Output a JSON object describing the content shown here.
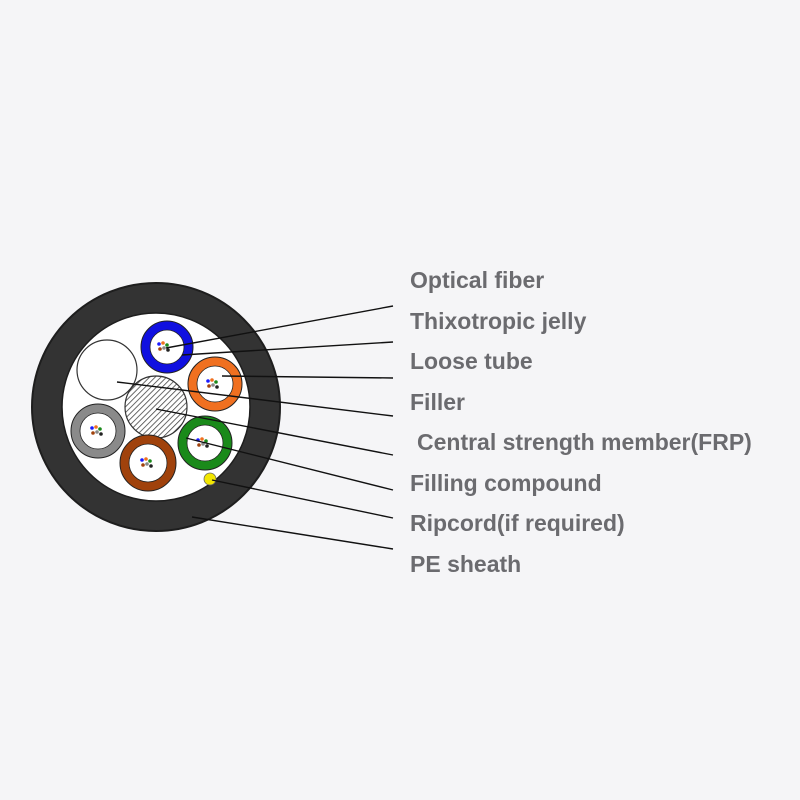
{
  "labels": [
    {
      "id": "optical-fiber",
      "text": "Optical fiber"
    },
    {
      "id": "thixotropic-jelly",
      "text": "Thixotropic jelly"
    },
    {
      "id": "loose-tube",
      "text": "Loose tube"
    },
    {
      "id": "filler",
      "text": "Filler"
    },
    {
      "id": "central-strength-member",
      "text": "Central strength member(FRP)"
    },
    {
      "id": "filling-compound",
      "text": "Filling compound"
    },
    {
      "id": "ripcord",
      "text": "Ripcord(if required)"
    },
    {
      "id": "pe-sheath",
      "text": "PE sheath"
    }
  ],
  "colors": {
    "sheath": "#333333",
    "tube_blue": "#1010e0",
    "tube_orange": "#f07020",
    "tube_green": "#1a8a1a",
    "tube_brown": "#a0420c",
    "tube_gray": "#8a8a8a",
    "ripcord": "#f2e600",
    "label_text": "#6b6b6f"
  }
}
